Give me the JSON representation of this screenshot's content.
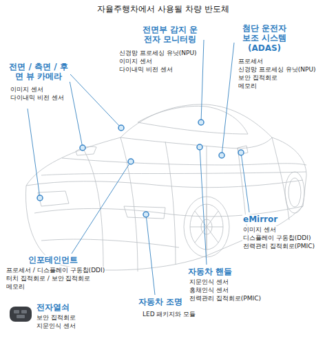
{
  "diagram": {
    "title": "자율주행차에서 사용될 차량 반도체",
    "labels": [
      "전면부 감지 운전자 모니터링",
      "신경망 프로세싱 유닛(NPU)",
      "이미지 센서",
      "다이내믹 비전 센서",
      "첨단 운전자 보조 시스템 (ADAS)",
      "프로세서",
      "신경망 프로세싱 유닛(NPU)",
      "보안 집적회로",
      "메모리",
      "전면 / 측면 / 후면 뷰 카메라",
      "이미지 센서",
      "다이내믹 비전 센서",
      "eMirror",
      "이미지 센서",
      "디스플레이 구동칩(DDI)",
      "전력관리 집적회로(PMIC)",
      "인포테인먼트",
      "프로세서 / 디스플레이 구동칩(DDI)",
      "터치 집적회로 / 보안 집적회로",
      "메모리",
      "자동차 핸들",
      "지문인식 센서",
      "홍채인식 센서",
      "전력관리 집적회로(PMIC)",
      "자동차 조명",
      "LED 패키지와 모듈",
      "전자열쇠",
      "보안 집적회로",
      "지문인식 센서"
    ]
  }
}
